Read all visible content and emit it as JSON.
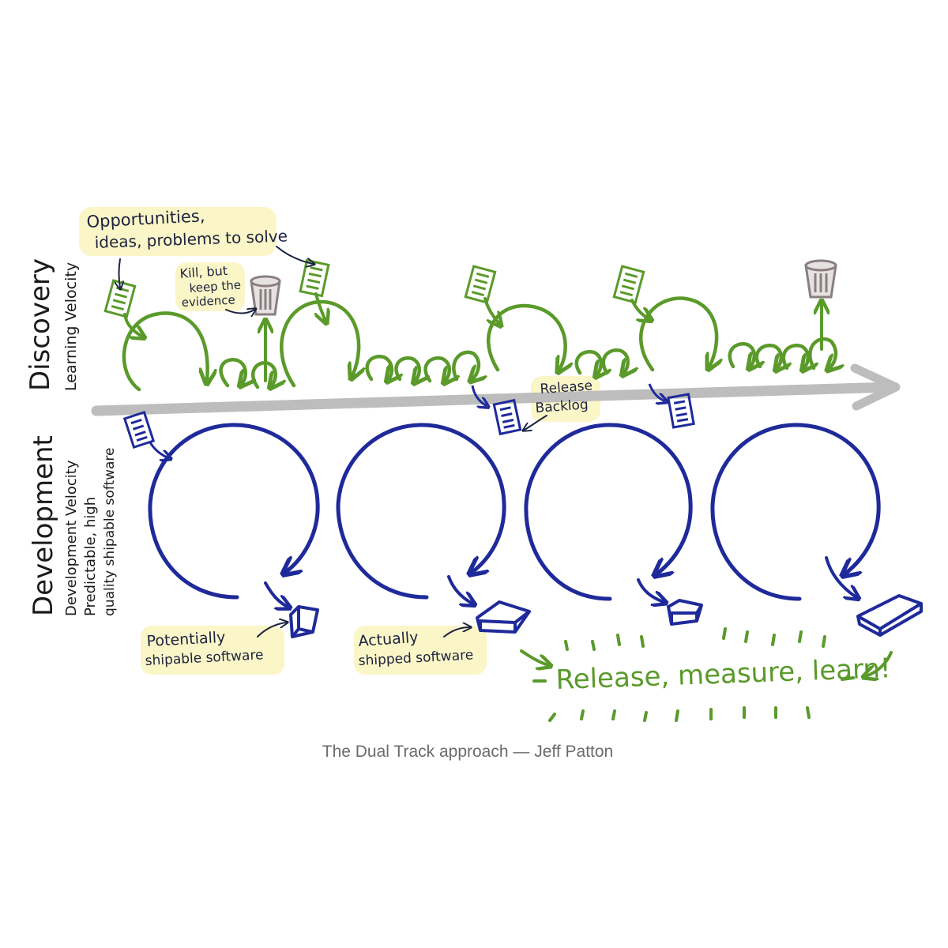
{
  "diagram": {
    "title_discovery": "Discovery",
    "subtitle_discovery": "Learning Velocity",
    "title_development": "Development",
    "subtitle_development_1": "Development Velocity",
    "subtitle_development_2": "Predictable, high",
    "subtitle_development_3": "quality shipable software",
    "note_opportunities_1": "Opportunities,",
    "note_opportunities_2": "ideas, problems to solve",
    "note_kill_1": "Kill, but",
    "note_kill_2": "keep the",
    "note_kill_3": "evidence",
    "note_release_backlog_1": "Release",
    "note_release_backlog_2": "Backlog",
    "note_potentially_1": "Potentially",
    "note_potentially_2": "shipable software",
    "note_actually_1": "Actually",
    "note_actually_2": "shipped software",
    "note_release_measure": "Release, measure, learn!",
    "colors": {
      "discovery": "#5a9a2a",
      "development": "#1f2a9a",
      "timeline": "#bdbdbd",
      "highlight": "#fbf6c7",
      "trash": "#8a7f80",
      "ink": "#1a1a1a",
      "annotation": "#1c2340"
    },
    "icons": [
      "card-icon",
      "trash-can-icon",
      "software-box-icon",
      "timeline-arrow-icon"
    ]
  },
  "caption": "The Dual Track approach — Jeff Patton"
}
